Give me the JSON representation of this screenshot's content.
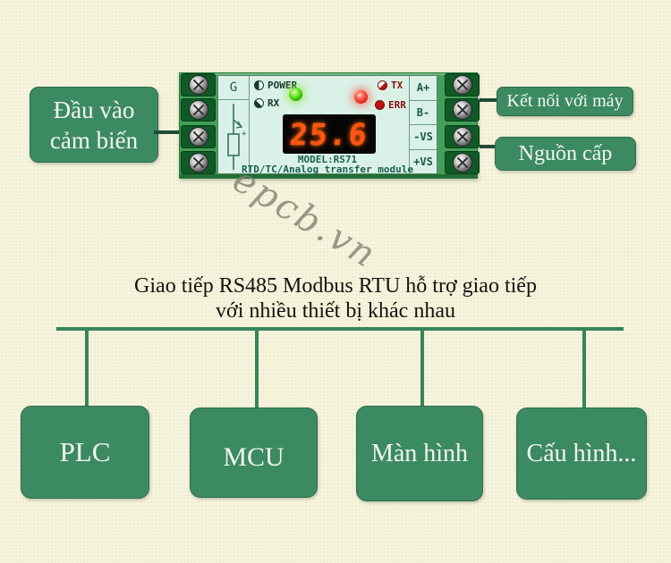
{
  "watermark": "epcb.vn",
  "module": {
    "g_label": "G",
    "indicators": {
      "power": "POWER",
      "rx": "RX",
      "tx": "TX",
      "err": "ERR"
    },
    "display_value": "25.6",
    "model": "MODEL:RS71",
    "subtitle": "RTD/TC/Analog transfer module",
    "terminals": [
      "A+",
      "B-",
      "-VS",
      "+VS"
    ]
  },
  "callouts": {
    "sensor_input_line1": "Đầu vào",
    "sensor_input_line2": "cảm biến",
    "machine_connection": "Kết nối với máy",
    "power_supply": "Nguồn cấp"
  },
  "heading": {
    "line1": "Giao tiếp RS485 Modbus RTU hỗ trợ giao tiếp",
    "line2": "với nhiều thiết bị khác nhau"
  },
  "devices": [
    {
      "label": "PLC"
    },
    {
      "label": "MCU"
    },
    {
      "label": "Màn hình"
    },
    {
      "label": "Cấu hình..."
    }
  ],
  "colors": {
    "background": "#f6f4dc",
    "accent_green": "#3c8a62",
    "module_frame_green": "#42a058",
    "panel_cyan": "#daf1e7",
    "led_green": "#39c41e",
    "led_red": "#e93322",
    "display_digits": "#ff5414",
    "connector_green": "#37855c"
  }
}
